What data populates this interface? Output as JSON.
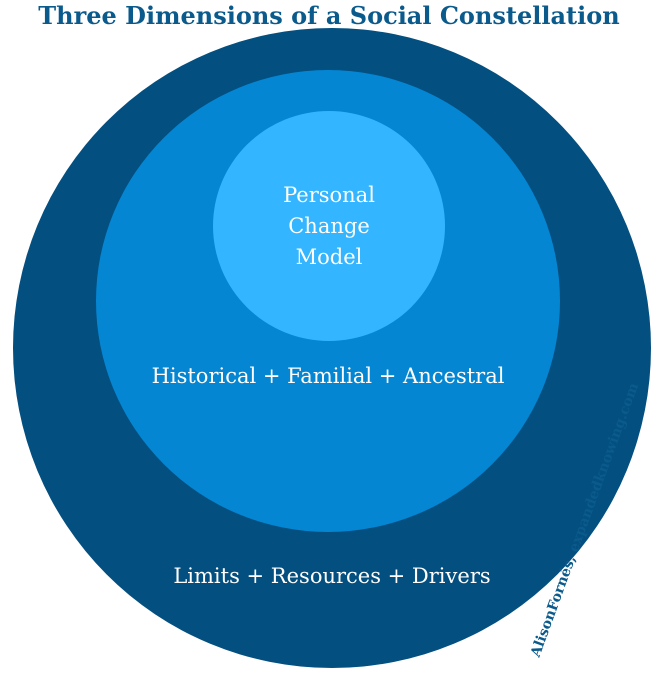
{
  "title": "Three Dimensions of a Social Constellation",
  "colors": {
    "title": "#0b5a8c",
    "outer_circle": "#034f80",
    "middle_circle": "#0486d2",
    "inner_circle": "#33b5ff",
    "label_text": "#ffffff",
    "credit_text": "#0b5a8c"
  },
  "circles": {
    "inner": {
      "lines": [
        "Personal",
        "Change",
        "Model"
      ]
    },
    "middle": {
      "label": "Historical + Familial + Ancestral"
    },
    "outer": {
      "label": "Limits + Resources + Drivers"
    }
  },
  "credit": "AlisonFornés, expandedknowing.com"
}
